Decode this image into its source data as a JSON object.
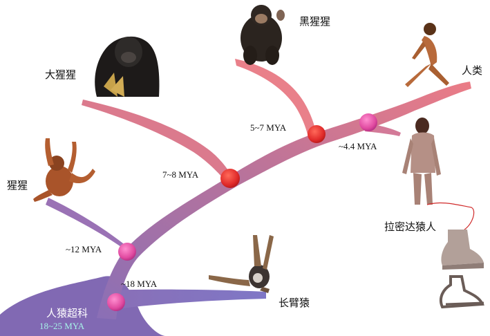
{
  "colors": {
    "branch_light": "#eb7c86",
    "branch_mid": "#b8739b",
    "branch_dark": "#8a6fb6",
    "node_red": "#e02a2a",
    "node_pink": "#e04aa0",
    "root_text_secondary": "#a6f3e8"
  },
  "labels": {
    "gorilla": "大猩猩",
    "chimpanzee": "黑猩猩",
    "human": "人类",
    "orangutan": "猩猩",
    "gibbon": "长臂猿",
    "ardipithecus": "拉密达猿人",
    "hominoidea": "人猿超科"
  },
  "divergence": {
    "root": "18~25 MYA",
    "gibbon": "~18 MYA",
    "orangutan": "~12 MYA",
    "gorilla": "7~8 MYA",
    "chimpanzee": "5~7 MYA",
    "ardipithecus": "~4.4 MYA"
  },
  "icons": [
    "chimpanzee-icon",
    "gorilla-icon",
    "walking-human-icon",
    "orangutan-icon",
    "gibbon-icon",
    "ardipithecus-figure-icon",
    "foot-icon",
    "foot-skeleton-icon"
  ]
}
